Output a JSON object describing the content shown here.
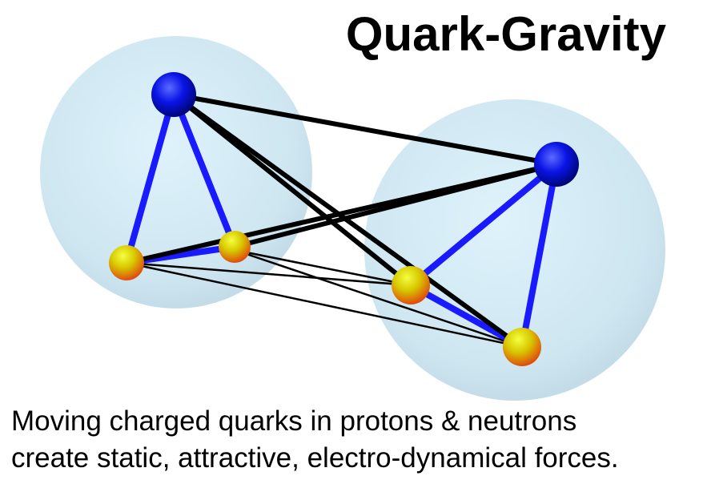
{
  "title": "Quark-Gravity",
  "caption": {
    "line1": "Moving charged quarks in protons & neutrons",
    "line2": "create static, attractive, electro-dynamical forces."
  },
  "colors": {
    "nucleon_sphere": "#cfe8f2",
    "quark_bond": "#1a1aff",
    "gravity_bond": "#000000",
    "large_quark": "#0a14e0",
    "small_quark_top": "#e8f000",
    "small_quark_bottom": "#e04a10"
  }
}
